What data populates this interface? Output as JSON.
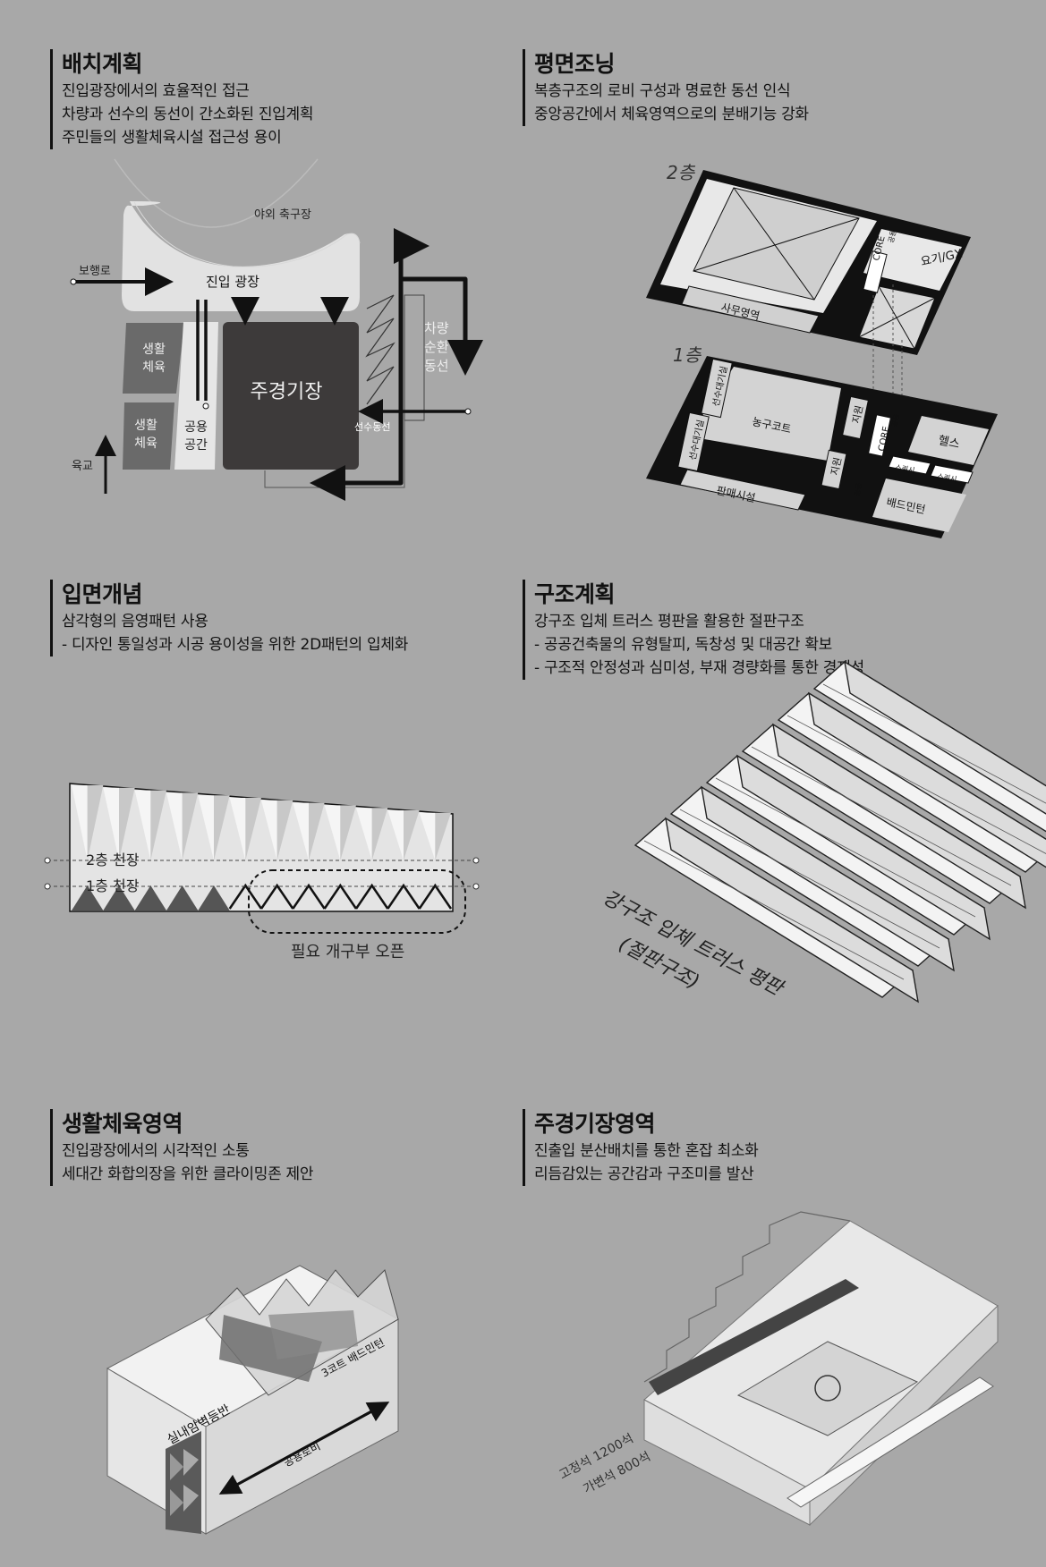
{
  "sections": [
    {
      "title": "배치계획",
      "lines": [
        "진입광장에서의 효율적인 접근",
        "차량과 선수의 동선이 간소화된 진입계획",
        "주민들의 생활체육시설 접근성 용이"
      ]
    },
    {
      "title": "평면조닝",
      "lines": [
        "복층구조의 로비 구성과 명료한 동선 인식",
        "중앙공간에서 체육영역으로의 분배기능 강화"
      ]
    },
    {
      "title": "입면개념",
      "lines": [
        "삼각형의 음영패턴 사용",
        " - 디자인 통일성과 시공 용이성을 위한 2D패턴의 입체화"
      ]
    },
    {
      "title": "구조계획",
      "lines": [
        "강구조 입체 트러스 평판을 활용한 절판구조",
        " - 공공건축물의 유형탈피, 독창성 및 대공간 확보",
        " - 구조적 안정성과 심미성, 부재 경량화를 통한 경제성"
      ]
    },
    {
      "title": "생활체육영역",
      "lines": [
        "진입광장에서의 시각적인 소통",
        "세대간 화합의장을 위한 클라이밍존 제안"
      ]
    },
    {
      "title": "주경기장영역",
      "lines": [
        "진출입 분산배치를 통한 혼잡 최소화",
        "리듬감있는 공간감과 구조미를 발산"
      ]
    }
  ],
  "site_plan": {
    "outdoor_field": "야외 축구장",
    "pedestrian_road": "보행로",
    "entry_plaza": "진입 광장",
    "life_sports_1": [
      "생활",
      "체육"
    ],
    "life_sports_2": [
      "생활",
      "체육"
    ],
    "shared_space": [
      "공용",
      "공간"
    ],
    "main_stadium": "주경기장",
    "vehicle_circulation": [
      "차량",
      "순환",
      "동선"
    ],
    "athlete_entry": "선수동선",
    "bridge": "육교"
  },
  "floor_zoning": {
    "floor2_label": "2층",
    "floor1_label": "1층",
    "office_area": "사무영역",
    "yoga_gx": "요기/GX",
    "core": "CORE",
    "shared": "공용",
    "athlete_room": "선수대기실",
    "basketball_court": "농구코트",
    "support": "지원",
    "health": "헬스",
    "squash": "스쿼시",
    "badminton": "배드민턴",
    "retail": "판매시설"
  },
  "elevation": {
    "ceiling2": "2층 천장",
    "ceiling1": "1층 천장",
    "opening": "필요 개구부 오픈"
  },
  "structure": {
    "label_line1": "강구조 입체 트러스 평판",
    "label_line2": "(절판구조)"
  },
  "life_zone": {
    "climbing": "실내암벽등반",
    "badminton3": "3코트 배드민턴",
    "shared_lobby": "공용로비"
  },
  "stadium_zone": {
    "fixed_seats": "고정석 1200석",
    "movable_seats": "가변석 800석"
  }
}
